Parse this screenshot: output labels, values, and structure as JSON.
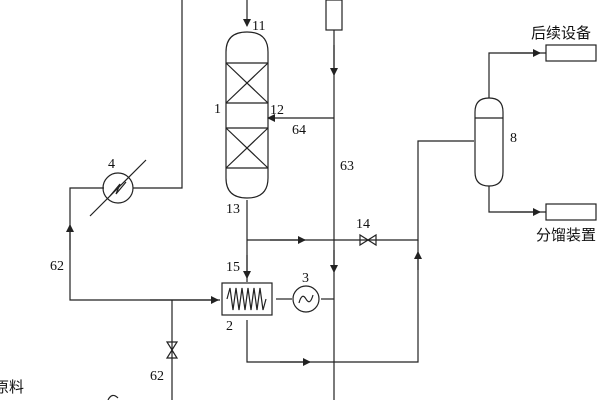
{
  "labels": {
    "n1": "1",
    "n2": "2",
    "n3": "3",
    "n4": "4",
    "n8": "8",
    "n11": "11",
    "n12": "12",
    "n13": "13",
    "n14": "14",
    "n15": "15",
    "n62a": "62",
    "n62b": "62",
    "n63": "63",
    "n64": "64"
  },
  "text": {
    "downstream_equipment": "后续设备",
    "fractionation_unit": "分馏装置",
    "raw_material": "原料"
  },
  "colors": {
    "line": "#222222",
    "background": "#ffffff"
  }
}
